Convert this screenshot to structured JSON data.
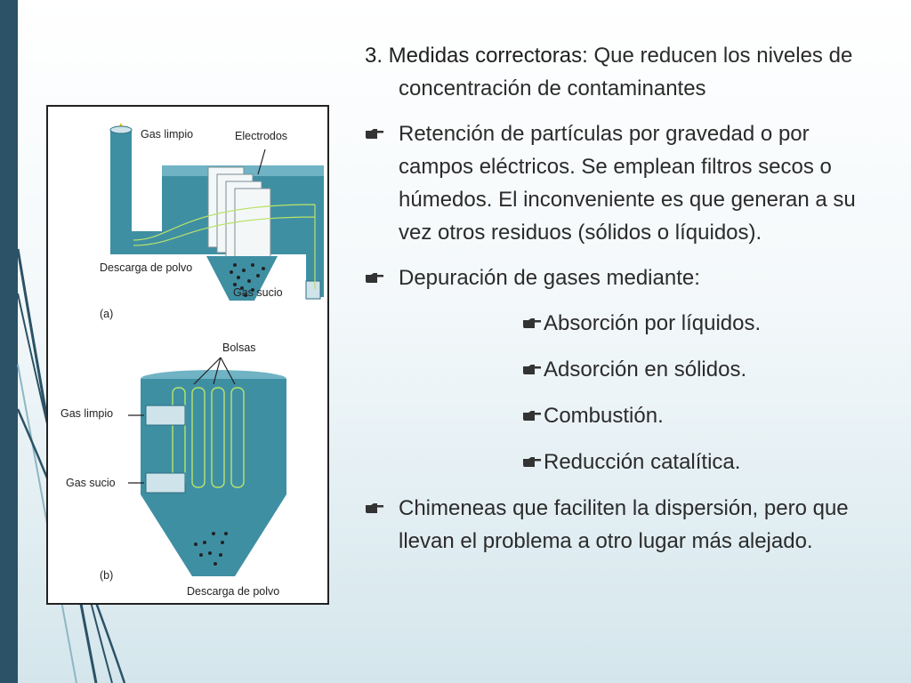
{
  "slide": {
    "heading_bold": "3. Medidas correctoras:",
    "heading_rest": " Que reducen los niveles de concentración de contaminantes",
    "bullets": [
      "Retención de partículas por gravedad o por campos eléctricos. Se emplean filtros secos o húmedos. El inconveniente es que generan a su vez otros residuos (sólidos o líquidos).",
      "Depuración de gases mediante:"
    ],
    "sub_bullets": [
      "Absorción por líquidos.",
      "Adsorción en sólidos.",
      "Combustión.",
      "Reducción catalítica."
    ],
    "last_bullet": "Chimeneas que faciliten la dispersión, pero que llevan el problema a otro lugar más alejado."
  },
  "figure": {
    "a": {
      "gas_limpio": "Gas limpio",
      "electrodos": "Electrodos",
      "descarga": "Descarga de polvo",
      "gas_sucio": "Gas sucio",
      "tag": "(a)"
    },
    "b": {
      "bolsas": "Bolsas",
      "gas_limpio": "Gas limpio",
      "gas_sucio": "Gas sucio",
      "descarga": "Descarga de polvo",
      "tag": "(b)"
    }
  },
  "colors": {
    "accent_bar": "#2b5266",
    "equipment": "#3f8fa3",
    "marker": "#333333"
  },
  "icons": {
    "bullet_marker": "right-hand-icon"
  }
}
